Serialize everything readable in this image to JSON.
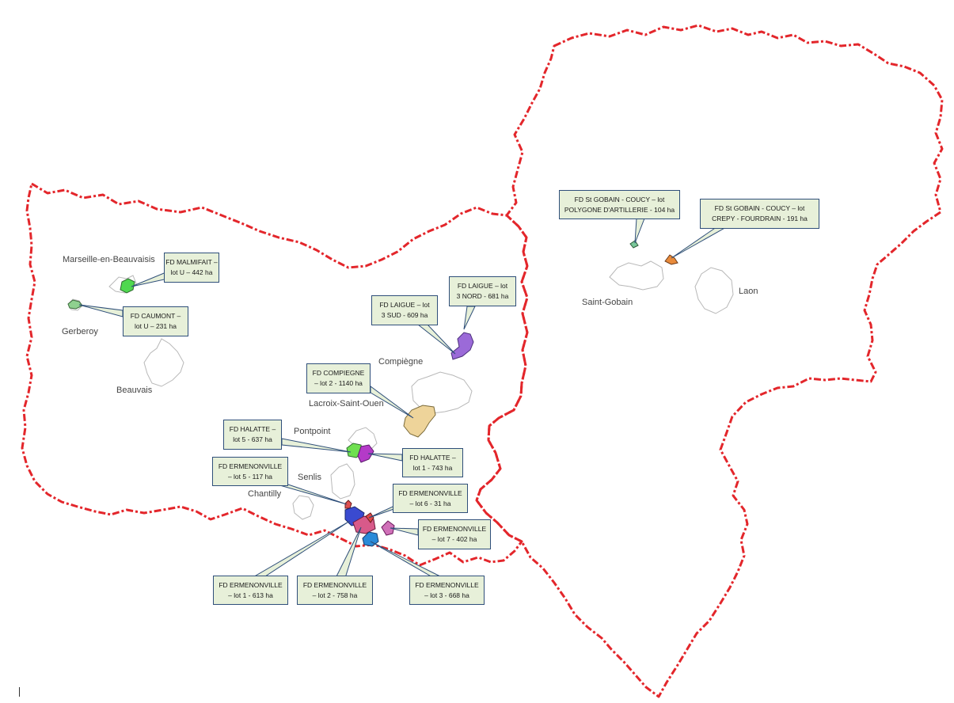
{
  "towns": {
    "marseille": "Marseille-en-Beauvaisis",
    "gerberoy": "Gerberoy",
    "beauvais": "Beauvais",
    "compiegne": "Compiègne",
    "lacroix": "Lacroix-Saint-Ouen",
    "pontpoint": "Pontpoint",
    "senlis": "Senlis",
    "chantilly": "Chantilly",
    "saint_gobain": "Saint-Gobain",
    "laon": "Laon"
  },
  "callouts": {
    "malmifait": {
      "line1": "FD MALMIFAIT –",
      "line2": "lot U – 442 ha"
    },
    "caumont": {
      "line1": "FD CAUMONT –",
      "line2": "lot U – 231 ha"
    },
    "laigue_sud": {
      "line1": "FD LAIGUE – lot",
      "line2": "3 SUD - 609 ha"
    },
    "laigue_nord": {
      "line1": "FD LAIGUE – lot",
      "line2": "3 NORD - 681 ha"
    },
    "compiegne": {
      "line1": "FD COMPIEGNE",
      "line2": "– lot 2 - 1140 ha"
    },
    "halatte5": {
      "line1": "FD HALATTE –",
      "line2": "lot 5 - 637 ha"
    },
    "halatte1": {
      "line1": "FD HALATTE –",
      "line2": "lot 1 - 743 ha"
    },
    "erm5": {
      "line1": "FD ERMENONVILLE",
      "line2": "– lot 5 - 117 ha"
    },
    "erm6": {
      "line1": "FD ERMENONVILLE",
      "line2": "– lot 6 - 31 ha"
    },
    "erm7": {
      "line1": "FD ERMENONVILLE",
      "line2": "– lot 7 - 402 ha"
    },
    "erm1": {
      "line1": "FD ERMENONVILLE",
      "line2": "– lot 1 - 613 ha"
    },
    "erm2": {
      "line1": "FD ERMENONVILLE",
      "line2": "– lot 2 - 758 ha"
    },
    "erm3": {
      "line1": "FD ERMENONVILLE",
      "line2": "– lot 3 - 668 ha"
    },
    "sg_polygone": {
      "line1": "FD St GOBAIN - COUCY – lot",
      "line2": "POLYGONE D'ARTILLERIE - 104 ha"
    },
    "sg_crepy": {
      "line1": "FD St GOBAIN - COUCY – lot",
      "line2": "CREPY - FOURDRAIN - 191 ha"
    }
  },
  "colors": {
    "border": "#e3262b",
    "callout_fill": "#e7f0d9",
    "callout_stroke": "#2f4f7a",
    "commune_outline": "#b8b8b8"
  }
}
